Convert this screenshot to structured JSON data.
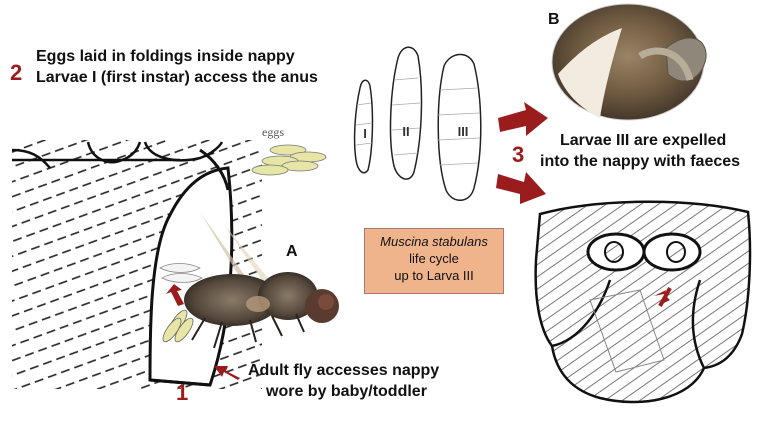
{
  "step2": {
    "number": "2",
    "line1": "Eggs laid in foldings inside nappy",
    "line2": "Larvae I (first instar) access the anus"
  },
  "step3": {
    "number": "3",
    "line1": "Larvae III are expelled",
    "line2": "into the nappy with faeces"
  },
  "step1": {
    "number": "1",
    "line1": "Adult fly accesses nappy",
    "line2": "wore by baby/toddler"
  },
  "labels": {
    "eggs": "eggs",
    "photo_a": "A",
    "photo_b": "B"
  },
  "larva_stages": [
    "I",
    "II",
    "III"
  ],
  "box": {
    "species": "Muscina stabulans",
    "line2": "life cycle",
    "line3": "up to Larva III"
  },
  "colors": {
    "arrow": "#9b1c1c",
    "box_fill": "#f0b48c",
    "egg_fill": "#e8e6a6",
    "number": "#9b1c1c"
  }
}
